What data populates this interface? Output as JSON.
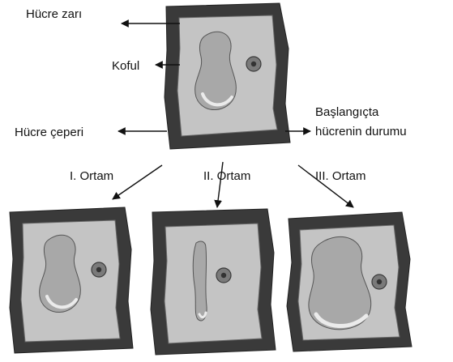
{
  "labels": {
    "cell_membrane": "Hücre zarı",
    "vacuole": "Koful",
    "cell_wall": "Hücre çeperi",
    "initial_state_line1": "Başlangıçta",
    "initial_state_line2": "hücrenin durumu"
  },
  "environments": [
    {
      "label": "I. Ortam"
    },
    {
      "label": "II. Ortam"
    },
    {
      "label": "III. Ortam"
    }
  ],
  "colors": {
    "cell_wall": "#3a3a3a",
    "cytoplasm": "#c4c4c4",
    "vacuole": "#a8a8a8",
    "vacuole_highlight": "#ebebeb",
    "nucleus": "#7a7a7a",
    "nucleolus": "#333333",
    "text": "#111111",
    "arrow": "#111111"
  }
}
